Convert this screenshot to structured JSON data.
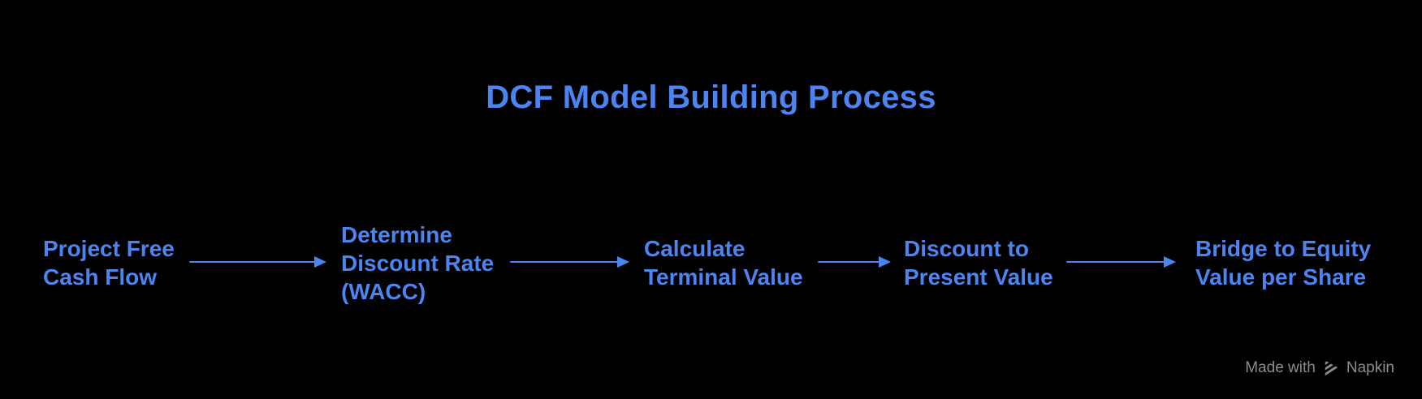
{
  "title": "DCF Model Building Process",
  "steps": [
    {
      "id": "project-free-cash-flow",
      "label": "Project Free\nCash Flow"
    },
    {
      "id": "determine-discount-rate",
      "label": "Determine\nDiscount Rate\n(WACC)"
    },
    {
      "id": "calculate-terminal-value",
      "label": "Calculate\nTerminal Value"
    },
    {
      "id": "discount-to-present-value",
      "label": "Discount to\nPresent Value"
    },
    {
      "id": "bridge-to-equity-value",
      "label": "Bridge to Equity\nValue per Share"
    }
  ],
  "arrows": {
    "count": 4,
    "direction": "right"
  },
  "watermark": {
    "prefix": "Made with",
    "brand": "Napkin",
    "icon": "napkin-logo-icon"
  },
  "colors": {
    "accent": "#4C84F2",
    "background": "#000000",
    "watermark": "#8D8D8D"
  }
}
